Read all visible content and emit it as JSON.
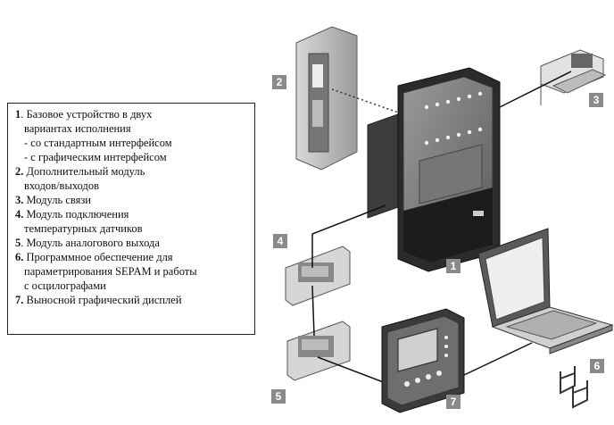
{
  "legend": {
    "items": [
      {
        "num": "1",
        "lines": [
          "Базовое устройство в двух",
          "вариантах исполнения"
        ],
        "sub": [
          "- со стандартным интерфейсом",
          "- с графическим интерфейсом"
        ]
      },
      {
        "num": "2.",
        "lines": [
          "Дополнительный модуль",
          "входов/выходов"
        ]
      },
      {
        "num": "3.",
        "lines": [
          "Модуль связи"
        ]
      },
      {
        "num": "4.",
        "lines": [
          "Модуль подключения",
          "температурных датчиков"
        ]
      },
      {
        "num": "5",
        "lines": [
          "Модуль аналогового выхода"
        ]
      },
      {
        "num": "6.",
        "lines": [
          "Программное обеспечение для",
          "параметрирования SEPAM и работы",
          "с осцилографами"
        ]
      },
      {
        "num": "7.",
        "lines": [
          "Выносной графический дисплей"
        ]
      }
    ]
  },
  "callouts": [
    "1",
    "2",
    "3",
    "4",
    "5",
    "6",
    "7"
  ]
}
